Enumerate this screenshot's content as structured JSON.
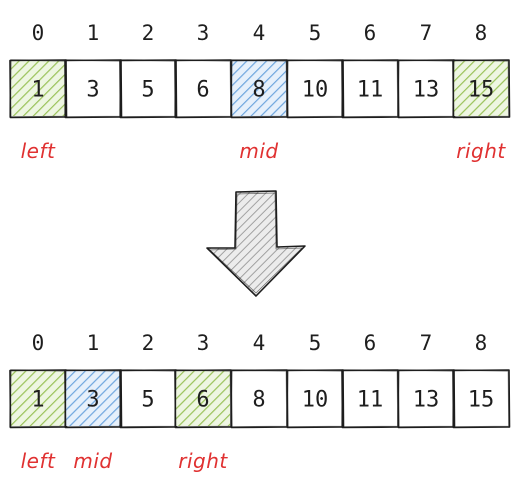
{
  "colors": {
    "ink": "#1e1e1e",
    "highlight_green": "#9ac25a",
    "highlight_blue": "#6fa6de",
    "pointer_red": "#e03131",
    "arrow_fill": "#c9c9c9"
  },
  "arrow": {
    "icon": "down-arrow-icon"
  },
  "panels": [
    {
      "id": "before",
      "indices": [
        "0",
        "1",
        "2",
        "3",
        "4",
        "5",
        "6",
        "7",
        "8"
      ],
      "values": [
        "1",
        "3",
        "5",
        "6",
        "8",
        "10",
        "11",
        "13",
        "15"
      ],
      "highlights": [
        "green",
        "none",
        "none",
        "none",
        "blue",
        "none",
        "none",
        "none",
        "green"
      ],
      "pointers": [
        {
          "label": "left",
          "cell": 0
        },
        {
          "label": "mid",
          "cell": 4
        },
        {
          "label": "right",
          "cell": 8
        }
      ]
    },
    {
      "id": "after",
      "indices": [
        "0",
        "1",
        "2",
        "3",
        "4",
        "5",
        "6",
        "7",
        "8"
      ],
      "values": [
        "1",
        "3",
        "5",
        "6",
        "8",
        "10",
        "11",
        "13",
        "15"
      ],
      "highlights": [
        "green",
        "blue",
        "none",
        "green",
        "none",
        "none",
        "none",
        "none",
        "none"
      ],
      "pointers": [
        {
          "label": "left",
          "cell": 0
        },
        {
          "label": "mid",
          "cell": 1
        },
        {
          "label": "right",
          "cell": 3
        }
      ]
    }
  ]
}
